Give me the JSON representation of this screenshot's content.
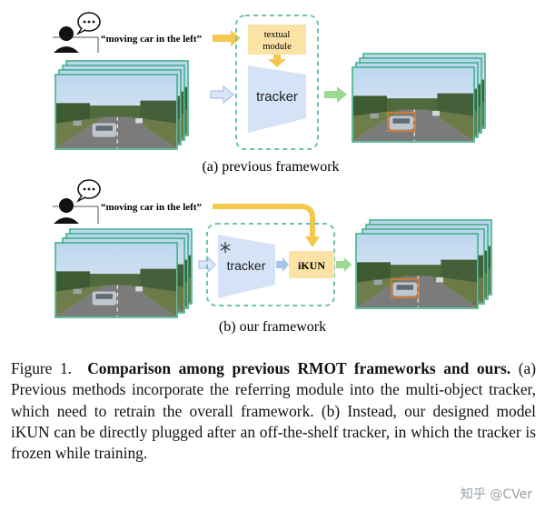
{
  "section_a": {
    "query": "“moving car in the left”",
    "textual_module_line1": "textual",
    "textual_module_line2": "module",
    "tracker": "tracker",
    "subcaption": "(a) previous framework"
  },
  "section_b": {
    "query": "“moving car in the left”",
    "tracker": "tracker",
    "ikun": "iKUN",
    "subcaption": "(b) our framework"
  },
  "caption": {
    "figure_label": "Figure 1.",
    "title": "Comparison among previous RMOT frameworks and ours.",
    "body": "(a) Previous methods incorporate the referring module into the multi-object tracker, which need to retrain the overall framework. (b) Instead, our designed model iKUN can be directly plugged after an off-the-shelf tracker, in which the tracker is frozen while training."
  },
  "watermark": "知乎 @CVer",
  "icons": {
    "user": "user-icon",
    "speech": "speech-bubble-icon",
    "frozen": "snowflake-icon"
  },
  "colors": {
    "dashed_box": "#6cc3b5",
    "textual_module": "#fbe3a6",
    "ikun": "#fbe3a6",
    "yellow_arrow": "#f4c84c",
    "tracker": "#d5e3f6",
    "blue_arrow": "#a7c4eb",
    "green_arrow": "#9cd890",
    "frame_border": "#2fa882",
    "detection_box": "#e07a2a"
  }
}
